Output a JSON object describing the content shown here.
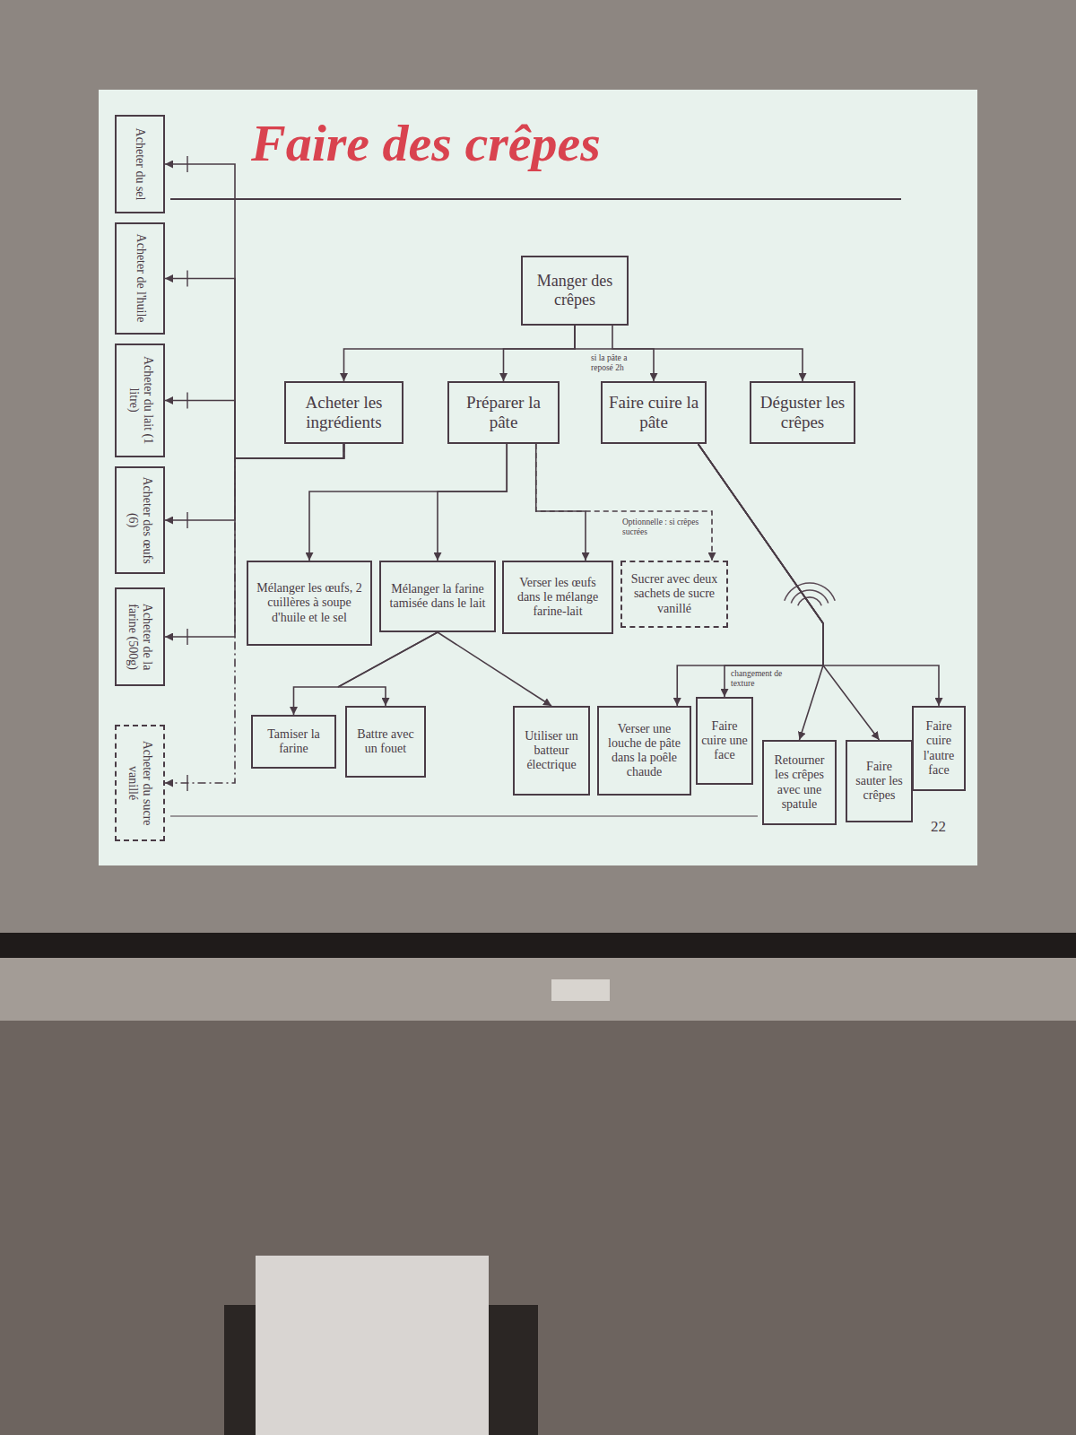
{
  "diagram": {
    "title": "Faire des crêpes",
    "nodes": [
      {
        "text": [
          "Manger des crêpes"
        ]
      },
      {
        "text": [
          "Acheter les ingrédients"
        ]
      },
      {
        "text": [
          "Préparer la pâte"
        ]
      },
      {
        "text": [
          "Faire cuire la pâte"
        ]
      },
      {
        "text": [
          "Déguster les crêpes"
        ]
      },
      {
        "text": [
          "Acheter du sel"
        ]
      },
      {
        "text": [
          "Acheter de l'huile"
        ]
      },
      {
        "text": [
          "Acheter du lait (1 litre)"
        ]
      },
      {
        "text": [
          "Acheter des œufs (6)"
        ]
      },
      {
        "text": [
          "Acheter de la farine (500g)"
        ]
      },
      {
        "text": [
          "Acheter du sucre vanillé"
        ]
      },
      {
        "text": [
          "Mélanger les œufs, 2 cuillères à soupe d'huile et le sel"
        ]
      },
      {
        "text": [
          "Mélanger la farine tamisée dans le lait"
        ]
      },
      {
        "text": [
          "Verser les œufs dans le mélange farine-lait"
        ]
      },
      {
        "text": [
          "Sucrer avec deux sachets de sucre vanillé"
        ]
      },
      {
        "text": [
          "Tamiser la farine"
        ]
      },
      {
        "text": [
          "Battre avec un fouet"
        ]
      },
      {
        "text": [
          "Utiliser un batteur électrique"
        ]
      },
      {
        "text": [
          "Verser une louche de pâte dans la poêle chaude"
        ]
      },
      {
        "text": [
          "Faire cuire une face"
        ]
      },
      {
        "text": [
          "Retourner les crêpes avec une spatule"
        ]
      },
      {
        "text": [
          "Faire sauter les crêpes"
        ]
      },
      {
        "text": [
          "Faire cuire l'autre face"
        ]
      }
    ],
    "edges": [
      {
        "from": 0,
        "to": 1,
        "arrow": "to"
      },
      {
        "from": 0,
        "to": 2,
        "arrow": "to"
      },
      {
        "from": 0,
        "to": 3,
        "arrow": "to",
        "label": "si la pâte a reposé 2h"
      },
      {
        "from": 0,
        "to": 4,
        "arrow": "to"
      },
      {
        "from": 1,
        "to": 5,
        "arrow": "to"
      },
      {
        "from": 1,
        "to": 6,
        "arrow": "to"
      },
      {
        "from": 1,
        "to": 7,
        "arrow": "to"
      },
      {
        "from": 1,
        "to": 8,
        "arrow": "to"
      },
      {
        "from": 1,
        "to": 9,
        "arrow": "to"
      },
      {
        "from": 1,
        "to": 10,
        "arrow": "to"
      },
      {
        "from": 2,
        "to": 11,
        "arrow": "to"
      },
      {
        "from": 2,
        "to": 12,
        "arrow": "to"
      },
      {
        "from": 2,
        "to": 13,
        "arrow": "to"
      },
      {
        "from": 2,
        "to": 14,
        "arrow": "to",
        "label": "Optionnelle : si crêpes sucrées"
      },
      {
        "from": 12,
        "to": 15,
        "arrow": "to"
      },
      {
        "from": 12,
        "to": 16,
        "arrow": "to"
      },
      {
        "from": 12,
        "to": 17,
        "arrow": "to"
      },
      {
        "from": 3,
        "to": 18,
        "arrow": "to"
      },
      {
        "from": 3,
        "to": 19,
        "arrow": "to",
        "label": "changement de texture"
      },
      {
        "from": 3,
        "to": 20,
        "arrow": "to"
      },
      {
        "from": 3,
        "to": 21,
        "arrow": "to"
      },
      {
        "from": 3,
        "to": 22,
        "arrow": "to"
      }
    ],
    "labels": [
      "22"
    ]
  }
}
